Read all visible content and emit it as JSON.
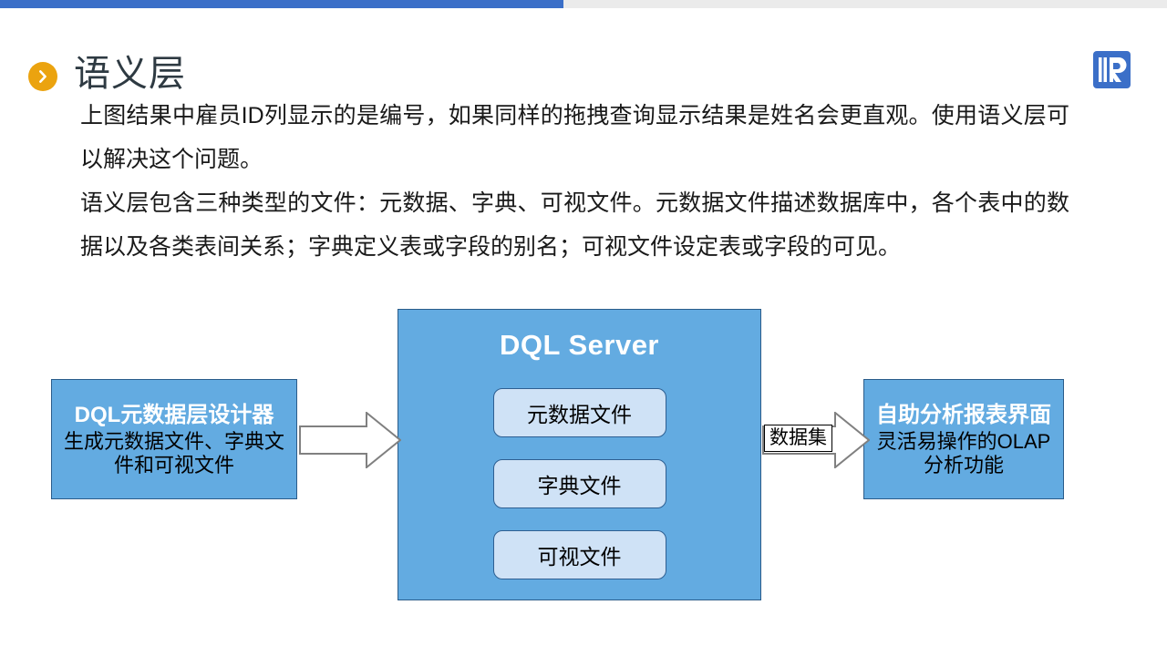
{
  "topbar": {
    "progress_percent": 48,
    "fill_color": "#3b6fc8",
    "track_color": "#ebebeb"
  },
  "header": {
    "bullet_icon": "chevron-right-circle-icon",
    "bullet_color": "#eba30f",
    "title": "语义层",
    "logo_icon": "r-logo-icon",
    "logo_color": "#3b6fc8"
  },
  "body": {
    "paragraphs": [
      "上图结果中雇员ID列显示的是编号，如果同样的拖拽查询显示结果是姓名会更直观。使用语义层可以解决这个问题。",
      "语义层包含三种类型的文件：元数据、字典、可视文件。元数据文件描述数据库中，各个表中的数据以及各类表间关系；字典定义表或字段的别名；可视文件设定表或字段的可见。"
    ]
  },
  "diagram": {
    "box_fill": "#63abe1",
    "card_fill": "#cfe2f6",
    "left_box": {
      "title": "DQL元数据层设计器",
      "subtitle": "生成元数据文件、字典文件和可视文件"
    },
    "center_box": {
      "title": "DQL Server",
      "cards": [
        {
          "label": "元数据文件"
        },
        {
          "label": "字典文件"
        },
        {
          "label": "可视文件"
        }
      ]
    },
    "right_box": {
      "title": "自助分析报表界面",
      "subtitle": "灵活易操作的OLAP分析功能"
    },
    "arrows": [
      {
        "name": "arrow-left-to-center",
        "label": ""
      },
      {
        "name": "arrow-center-to-right",
        "label": "数据集"
      }
    ],
    "arrow_label": "数据集"
  }
}
